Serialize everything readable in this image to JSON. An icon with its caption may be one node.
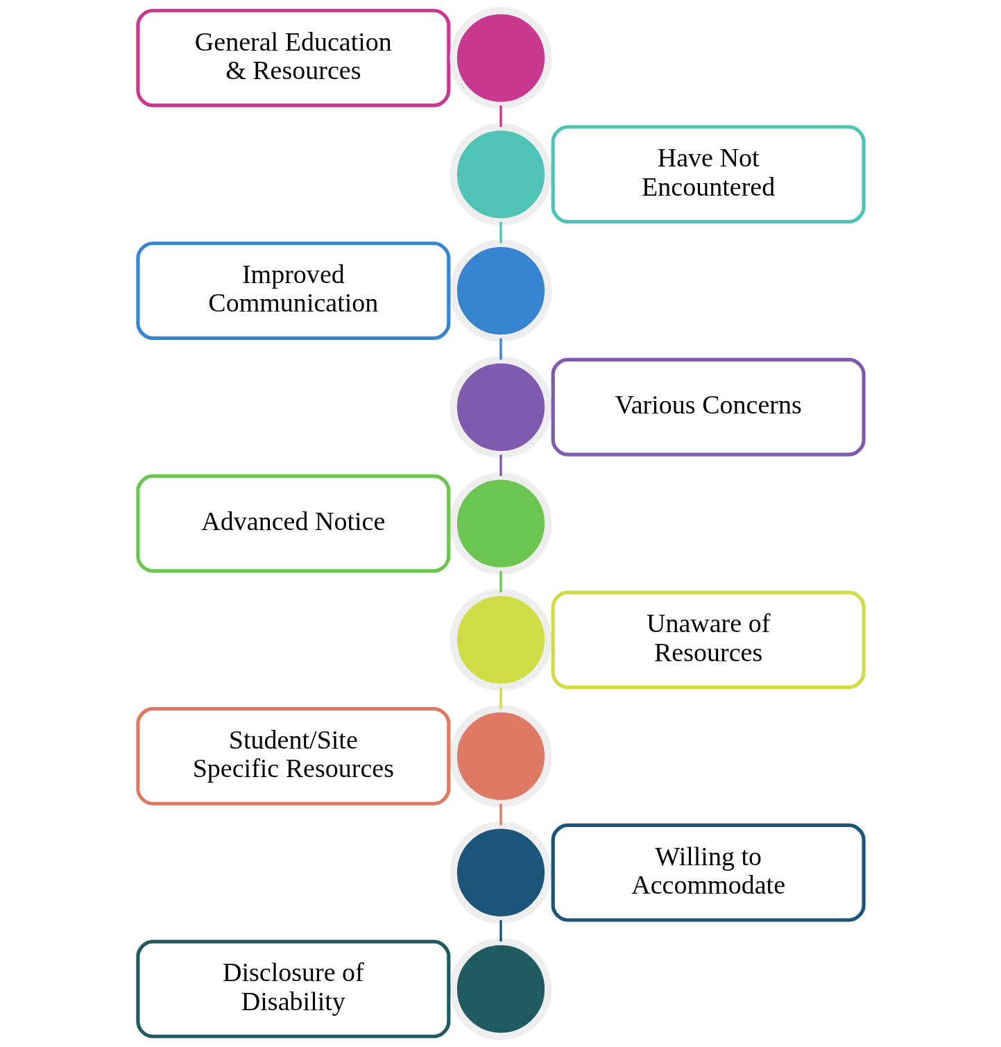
{
  "diagram": {
    "nodes": [
      {
        "text": [
          "General Education & Resources"
        ]
      },
      {
        "text": [],
        "shape": "circle"
      },
      {
        "text": [
          "Have Not Encountered"
        ]
      },
      {
        "text": [],
        "shape": "circle"
      },
      {
        "text": [
          "Improved Communication"
        ]
      },
      {
        "text": [],
        "shape": "circle"
      },
      {
        "text": [
          "Various Concerns"
        ]
      },
      {
        "text": [],
        "shape": "circle"
      },
      {
        "text": [
          "Advanced Notice"
        ]
      },
      {
        "text": [],
        "shape": "circle"
      },
      {
        "text": [
          "Unaware of Resources"
        ]
      },
      {
        "text": [],
        "shape": "circle"
      },
      {
        "text": [
          "Student/Site Specific Resources"
        ]
      },
      {
        "text": [],
        "shape": "circle"
      },
      {
        "text": [
          "Willing to Accommodate"
        ]
      },
      {
        "text": [],
        "shape": "circle"
      },
      {
        "text": [
          "Disclosure of Disability"
        ]
      },
      {
        "text": [],
        "shape": "circle"
      }
    ],
    "edges": [
      {
        "from": 1,
        "to": 3,
        "arrow": "none",
        "color": "#c9388f"
      },
      {
        "from": 3,
        "to": 5,
        "arrow": "none",
        "color": "#4fc4b6"
      },
      {
        "from": 5,
        "to": 7,
        "arrow": "none",
        "color": "#3784d0"
      },
      {
        "from": 7,
        "to": 9,
        "arrow": "none",
        "color": "#7f5bb0"
      },
      {
        "from": 9,
        "to": 11,
        "arrow": "none",
        "color": "#6cc551"
      },
      {
        "from": 11,
        "to": 13,
        "arrow": "none",
        "color": "#cfdc44"
      },
      {
        "from": 13,
        "to": 15,
        "arrow": "none",
        "color": "#de7a64"
      },
      {
        "from": 15,
        "to": 17,
        "arrow": "none",
        "color": "#1b5579"
      }
    ]
  }
}
